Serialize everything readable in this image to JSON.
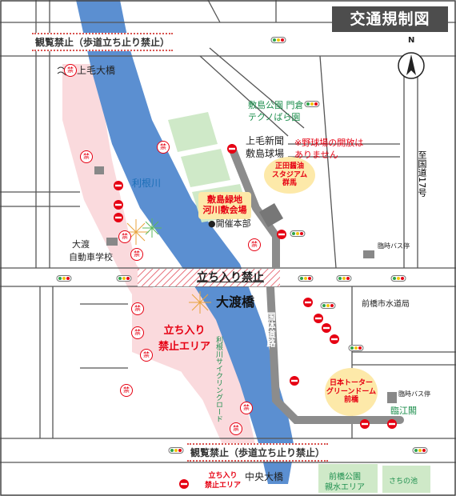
{
  "title": "交通規制図",
  "north": "N",
  "banners": {
    "top": "観覧禁止（歩道立ち止り禁止）",
    "bottom": "観覧禁止（歩道立ち止り禁止）",
    "bridge": "立ち入り禁止"
  },
  "labels": {
    "kamiketsu_bridge": "上毛大橋",
    "tonegawa": "利根川",
    "park_gate": "敷島公園 門倉",
    "techno": "テクノばら園",
    "jomo_shimbun": "上毛新聞",
    "baseball": "敷島球場",
    "baseball_note": "※野球場の開放は\nありません",
    "shoyu_stadium": "正田醤油\nスタジアム\n群馬",
    "national_road": "至国道17号",
    "shikishima_area": "敷島緑地\n河川敷会場",
    "hq": "●開催本部",
    "owatari_school_1": "大渡",
    "owatari_school_2": "自動車学校",
    "owatari_bridge": "大渡橋",
    "waterworks": "前橋市水道局",
    "kokutai_road": "国体道路",
    "no_entry_area": "立ち入り\n禁止エリア",
    "cycling_road": "利根川サイクリングロード",
    "green_dome": "日本トーター\nグリーンドーム\n前橋",
    "rinkou": "臨江閣",
    "bus_stop_1": "臨時バス停",
    "bus_stop_2": "臨時バス停",
    "bottom_no_entry": "立ち入り\n禁止エリア",
    "chuo_bridge": "中央大橋",
    "maebashi_park": "前橋公園\n親水エリア",
    "sachi_pond": "さちの池"
  },
  "no_entry_mark": "禁",
  "colors": {
    "river": "#5b8fd1",
    "no_entry_zone": "#fadadd",
    "park_green": "#cfe9c8",
    "road_closed": "#8c8c8c",
    "venue": "#fde9a9",
    "title_bg": "#4d4d4d"
  }
}
